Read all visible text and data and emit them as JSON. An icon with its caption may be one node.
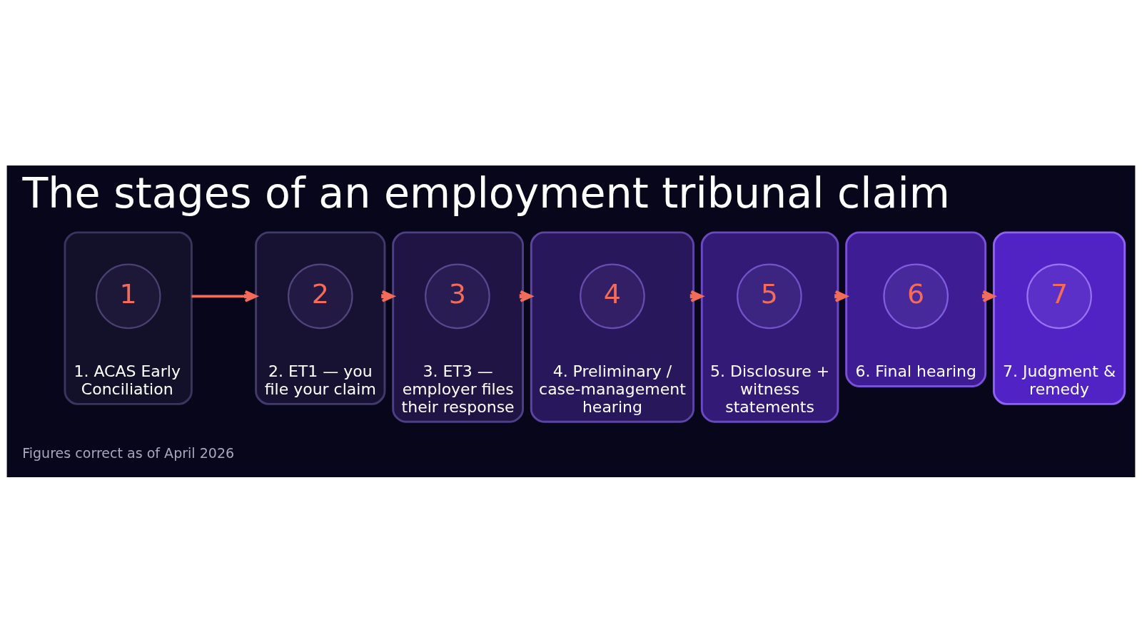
{
  "diagram": {
    "title": "The stages of an employment tribunal claim",
    "nodes": [
      {
        "text": [
          "1. ACAS Early Conciliation"
        ]
      },
      {
        "text": [
          "1"
        ],
        "in": 0
      },
      {
        "text": [
          "2. ET1 — you file your claim"
        ]
      },
      {
        "text": [
          "2"
        ],
        "in": 2
      },
      {
        "text": [
          "3. ET3 — employer files their response"
        ]
      },
      {
        "text": [
          "3"
        ],
        "in": 4
      },
      {
        "text": [
          "4. Preliminary / case-management hearing"
        ]
      },
      {
        "text": [
          "4"
        ],
        "in": 6
      },
      {
        "text": [
          "5. Disclosure + witness statements"
        ]
      },
      {
        "text": [
          "5"
        ],
        "in": 8
      },
      {
        "text": [
          "6. Final hearing"
        ]
      },
      {
        "text": [
          "6"
        ],
        "in": 10
      },
      {
        "text": [
          "7. Judgment & remedy"
        ]
      },
      {
        "text": [
          "7"
        ],
        "in": 12
      }
    ],
    "edges": [
      {
        "from": 0,
        "to": 2,
        "arrow": "to"
      },
      {
        "from": 2,
        "to": 4,
        "arrow": "to"
      },
      {
        "from": 4,
        "to": 6,
        "arrow": "to"
      },
      {
        "from": 6,
        "to": 8,
        "arrow": "to"
      },
      {
        "from": 8,
        "to": 10,
        "arrow": "to"
      },
      {
        "from": 10,
        "to": 12,
        "arrow": "to"
      }
    ],
    "labels": [
      "Figures correct as of April 2026"
    ]
  }
}
